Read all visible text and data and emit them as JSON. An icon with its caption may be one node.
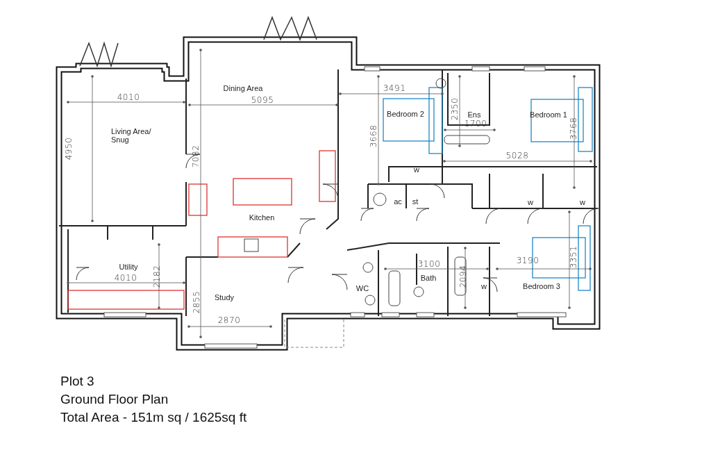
{
  "diagram": {
    "labels": [
      "Dining Area",
      "4010",
      "5095",
      "3491",
      "Bedroom 2",
      "2350",
      "Ens",
      "1700",
      "Bedroom 1",
      "3768",
      "3668",
      "Living Area/ Snug",
      "4950",
      "7082",
      "5028",
      "w",
      "ac",
      "st",
      "w",
      "w",
      "Kitchen",
      "3100",
      "3190",
      "3351",
      "Utility",
      "2182",
      "4010",
      "WC",
      "Bath",
      "2094",
      "w",
      "Bedroom 3",
      "Study",
      "2855",
      "2870",
      "Plot 3",
      "Ground Floor Plan",
      "Total Area - 151m sq / 1625sq ft"
    ]
  }
}
